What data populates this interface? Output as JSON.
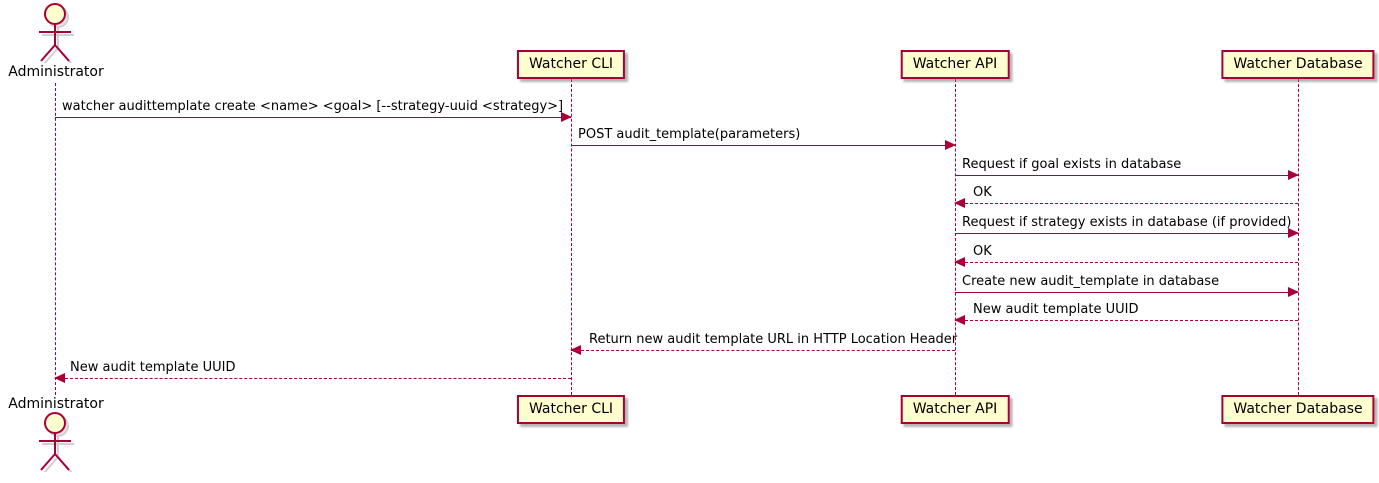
{
  "diagram_type": "uml-sequence",
  "actor": {
    "label": "Administrator"
  },
  "participants": [
    {
      "id": "watcher-cli",
      "label": "Watcher CLI"
    },
    {
      "id": "watcher-api",
      "label": "Watcher API"
    },
    {
      "id": "watcher-database",
      "label": "Watcher Database"
    }
  ],
  "messages": [
    {
      "from": "Administrator",
      "to": "Watcher CLI",
      "line": "solid",
      "text": "watcher audittemplate create <name> <goal> [--strategy-uuid <strategy>]"
    },
    {
      "from": "Watcher CLI",
      "to": "Watcher API",
      "line": "solid",
      "text": "POST audit_template(parameters)"
    },
    {
      "from": "Watcher API",
      "to": "Watcher Database",
      "line": "solid",
      "text": "Request if goal exists in database"
    },
    {
      "from": "Watcher Database",
      "to": "Watcher API",
      "line": "dashed",
      "text": "OK"
    },
    {
      "from": "Watcher API",
      "to": "Watcher Database",
      "line": "solid",
      "text": "Request if strategy exists in database (if provided)"
    },
    {
      "from": "Watcher Database",
      "to": "Watcher API",
      "line": "dashed",
      "text": "OK"
    },
    {
      "from": "Watcher API",
      "to": "Watcher Database",
      "line": "solid",
      "text": "Create new audit_template in database"
    },
    {
      "from": "Watcher Database",
      "to": "Watcher API",
      "line": "dashed",
      "text": "New audit template UUID"
    },
    {
      "from": "Watcher API",
      "to": "Watcher CLI",
      "line": "dashed",
      "text": "Return new audit template URL in HTTP Location Header"
    },
    {
      "from": "Watcher CLI",
      "to": "Administrator",
      "line": "dashed",
      "text": "New audit template UUID"
    }
  ],
  "colors": {
    "line": "#A80036",
    "participant_fill": "#FEFECE",
    "text": "#000000",
    "background": "#FFFFFF"
  }
}
